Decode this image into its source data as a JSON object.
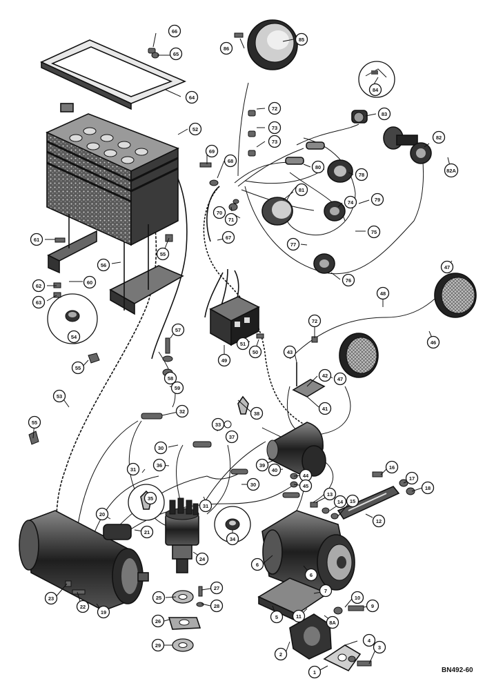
{
  "diagram": {
    "ref_code": "BN492-60",
    "callouts": [
      {
        "id": "c66",
        "label": "66"
      },
      {
        "id": "c65",
        "label": "65"
      },
      {
        "id": "c64",
        "label": "64"
      },
      {
        "id": "c86",
        "label": "86"
      },
      {
        "id": "c85",
        "label": "85"
      },
      {
        "id": "c84",
        "label": "84"
      },
      {
        "id": "c83",
        "label": "83"
      },
      {
        "id": "c82",
        "label": "82"
      },
      {
        "id": "c82a",
        "label": "82A"
      },
      {
        "id": "c72a",
        "label": "72"
      },
      {
        "id": "c73a",
        "label": "73"
      },
      {
        "id": "c73b",
        "label": "73"
      },
      {
        "id": "c52",
        "label": "52"
      },
      {
        "id": "c69",
        "label": "69"
      },
      {
        "id": "c68",
        "label": "68"
      },
      {
        "id": "c80",
        "label": "80"
      },
      {
        "id": "c78",
        "label": "78"
      },
      {
        "id": "c81",
        "label": "81"
      },
      {
        "id": "c74",
        "label": "74"
      },
      {
        "id": "c79",
        "label": "79"
      },
      {
        "id": "c70",
        "label": "70"
      },
      {
        "id": "c71",
        "label": "71"
      },
      {
        "id": "c75",
        "label": "75"
      },
      {
        "id": "c77",
        "label": "77"
      },
      {
        "id": "c76",
        "label": "76"
      },
      {
        "id": "c67",
        "label": "67"
      },
      {
        "id": "c61",
        "label": "61"
      },
      {
        "id": "c56",
        "label": "56"
      },
      {
        "id": "c55a",
        "label": "55"
      },
      {
        "id": "c60",
        "label": "60"
      },
      {
        "id": "c62",
        "label": "62"
      },
      {
        "id": "c63",
        "label": "63"
      },
      {
        "id": "c54",
        "label": "54"
      },
      {
        "id": "c47a",
        "label": "47"
      },
      {
        "id": "c48",
        "label": "48"
      },
      {
        "id": "c46",
        "label": "46"
      },
      {
        "id": "c47b",
        "label": "47"
      },
      {
        "id": "c72b",
        "label": "72"
      },
      {
        "id": "c57",
        "label": "57"
      },
      {
        "id": "c51",
        "label": "51"
      },
      {
        "id": "c50",
        "label": "50"
      },
      {
        "id": "c49",
        "label": "49"
      },
      {
        "id": "c55b",
        "label": "55"
      },
      {
        "id": "c58",
        "label": "58"
      },
      {
        "id": "c59",
        "label": "59"
      },
      {
        "id": "c43",
        "label": "43"
      },
      {
        "id": "c42",
        "label": "42"
      },
      {
        "id": "c41",
        "label": "41"
      },
      {
        "id": "c53",
        "label": "53"
      },
      {
        "id": "c32",
        "label": "32"
      },
      {
        "id": "c38",
        "label": "38"
      },
      {
        "id": "c33",
        "label": "33"
      },
      {
        "id": "c37",
        "label": "37"
      },
      {
        "id": "c55c",
        "label": "55"
      },
      {
        "id": "c30a",
        "label": "30"
      },
      {
        "id": "c31a",
        "label": "31"
      },
      {
        "id": "c36",
        "label": "36"
      },
      {
        "id": "c39",
        "label": "39"
      },
      {
        "id": "c40",
        "label": "40"
      },
      {
        "id": "c44",
        "label": "44"
      },
      {
        "id": "c45",
        "label": "45"
      },
      {
        "id": "c30b",
        "label": "30"
      },
      {
        "id": "c35",
        "label": "35"
      },
      {
        "id": "c31b",
        "label": "31"
      },
      {
        "id": "c13",
        "label": "13"
      },
      {
        "id": "c14",
        "label": "14"
      },
      {
        "id": "c15",
        "label": "15"
      },
      {
        "id": "c16",
        "label": "16"
      },
      {
        "id": "c17",
        "label": "17"
      },
      {
        "id": "c18",
        "label": "18"
      },
      {
        "id": "c12",
        "label": "12"
      },
      {
        "id": "c20",
        "label": "20"
      },
      {
        "id": "c21",
        "label": "21"
      },
      {
        "id": "c34",
        "label": "34"
      },
      {
        "id": "c24",
        "label": "24"
      },
      {
        "id": "c6a",
        "label": "6"
      },
      {
        "id": "c6b",
        "label": "6"
      },
      {
        "id": "c7",
        "label": "7"
      },
      {
        "id": "c23",
        "label": "23"
      },
      {
        "id": "c22",
        "label": "22"
      },
      {
        "id": "c19",
        "label": "19"
      },
      {
        "id": "c25",
        "label": "25"
      },
      {
        "id": "c27",
        "label": "27"
      },
      {
        "id": "c28",
        "label": "28"
      },
      {
        "id": "c10",
        "label": "10"
      },
      {
        "id": "c9",
        "label": "9"
      },
      {
        "id": "c5",
        "label": "5"
      },
      {
        "id": "c11",
        "label": "11"
      },
      {
        "id": "c8a",
        "label": "8A"
      },
      {
        "id": "c26",
        "label": "26"
      },
      {
        "id": "c2",
        "label": "2"
      },
      {
        "id": "c4",
        "label": "4"
      },
      {
        "id": "c3",
        "label": "3"
      },
      {
        "id": "c29",
        "label": "29"
      },
      {
        "id": "c1",
        "label": "1"
      }
    ]
  }
}
